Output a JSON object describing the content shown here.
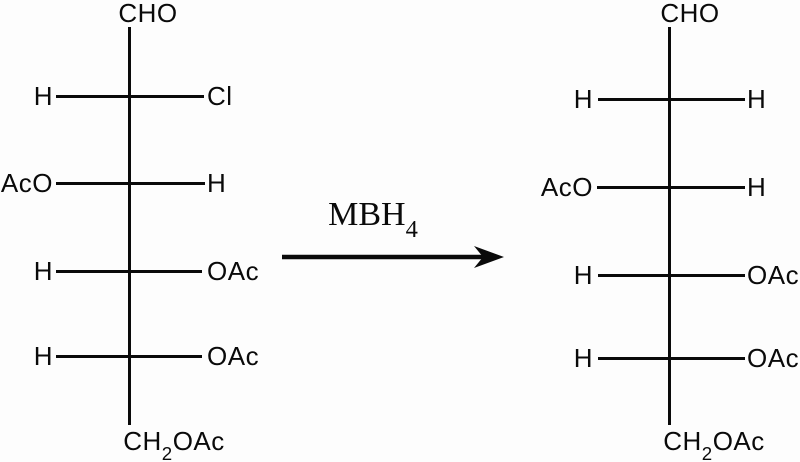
{
  "reaction": {
    "reagent": {
      "base": "MBH",
      "subscript": "4"
    }
  },
  "molecules": {
    "reactant": {
      "top_group": "CHO",
      "rows": [
        {
          "left": "H",
          "right": "Cl"
        },
        {
          "left": "AcO",
          "right": "H"
        },
        {
          "left": "H",
          "right": "OAc"
        },
        {
          "left": "H",
          "right": "OAc"
        }
      ],
      "bottom_group": {
        "base": "CH",
        "subscript": "2",
        "rest": "OAc"
      }
    },
    "product": {
      "top_group": "CHO",
      "rows": [
        {
          "left": "H",
          "right": "H"
        },
        {
          "left": "AcO",
          "right": "H"
        },
        {
          "left": "H",
          "right": "OAc"
        },
        {
          "left": "H",
          "right": "OAc"
        }
      ],
      "bottom_group": {
        "base": "CH",
        "subscript": "2",
        "rest": "OAc"
      }
    }
  },
  "colors": {
    "ink": "#0a0a0a",
    "background": "#fdfdfd"
  }
}
